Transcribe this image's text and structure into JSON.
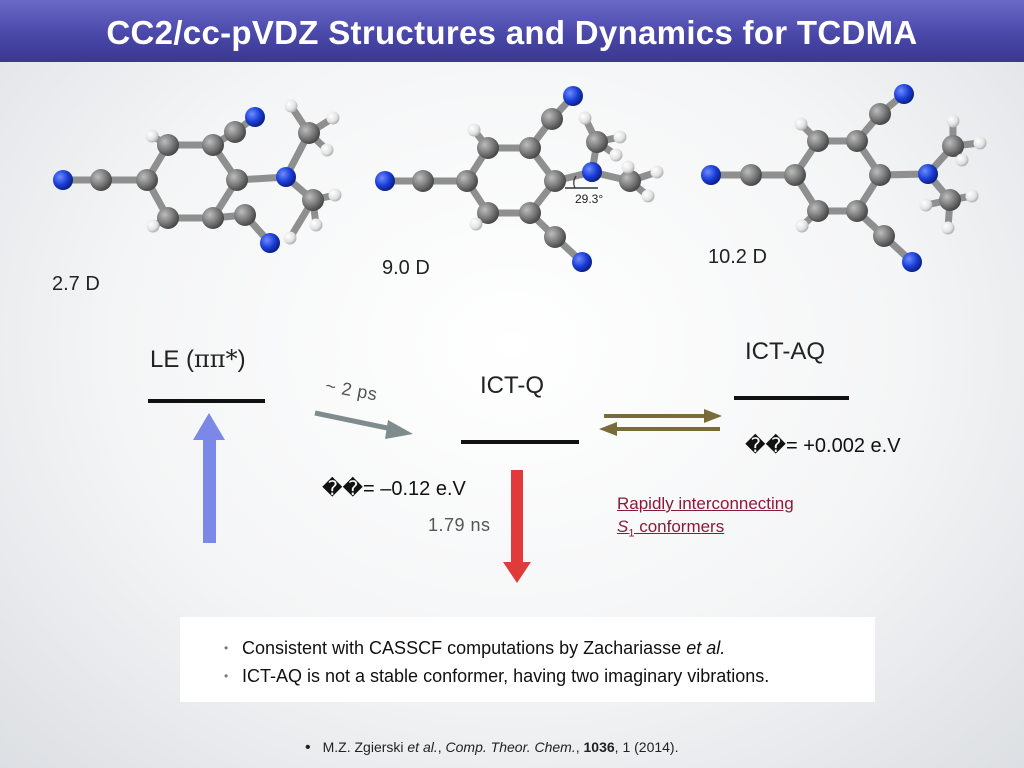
{
  "title": "CC2/cc-pVDZ Structures and Dynamics for TCDMA",
  "angle_label": "29.3°",
  "dipoles": {
    "le": "2.7 D",
    "ictq": "9.0 D",
    "ictaq": "10.2 D"
  },
  "states": {
    "le_prefix": "LE (",
    "le_symbol": "ππ*",
    "le_suffix": ")",
    "ictq": "ICT-Q",
    "ictaq": "ICT-AQ"
  },
  "times": {
    "le_to_q": "~ 2 ps",
    "q_decay": "1.79 ns"
  },
  "energies": {
    "q_symbol": "��",
    "q_value": "= –0.12 e.V",
    "aq_symbol": "��",
    "aq_value": "= +0.002 e.V"
  },
  "note": {
    "line1": "Rapidly interconnecting",
    "line2_s": "S",
    "line2_sub": "1",
    "line2_rest": " conformers"
  },
  "bullets": [
    {
      "text_before": "Consistent with CASSCF computations by Zachariasse ",
      "italic": "et al.",
      "text_after": ""
    },
    {
      "text_before": "ICT-AQ is not a stable conformer, having two imaginary vibrations.",
      "italic": "",
      "text_after": ""
    }
  ],
  "reference": {
    "authors": "M.Z. Zgierski ",
    "etal": "et al.",
    "sep1": ", ",
    "journal": "Comp. Theor. Chem.",
    "sep2": ", ",
    "volume": "1036",
    "rest": ", 1 (2014)."
  },
  "colors": {
    "title_bg": "#4a48a8",
    "up_arrow": "#7b88e8",
    "le_to_q_arrow": "#7f8c8d",
    "equilibrium_arrow": "#7a6b3a",
    "decay_arrow": "#e03a3a",
    "note_text": "#8b1a3a",
    "carbon": "#6e6e6e",
    "nitrogen": "#1a3fd6",
    "hydrogen": "#e8e8e8"
  }
}
